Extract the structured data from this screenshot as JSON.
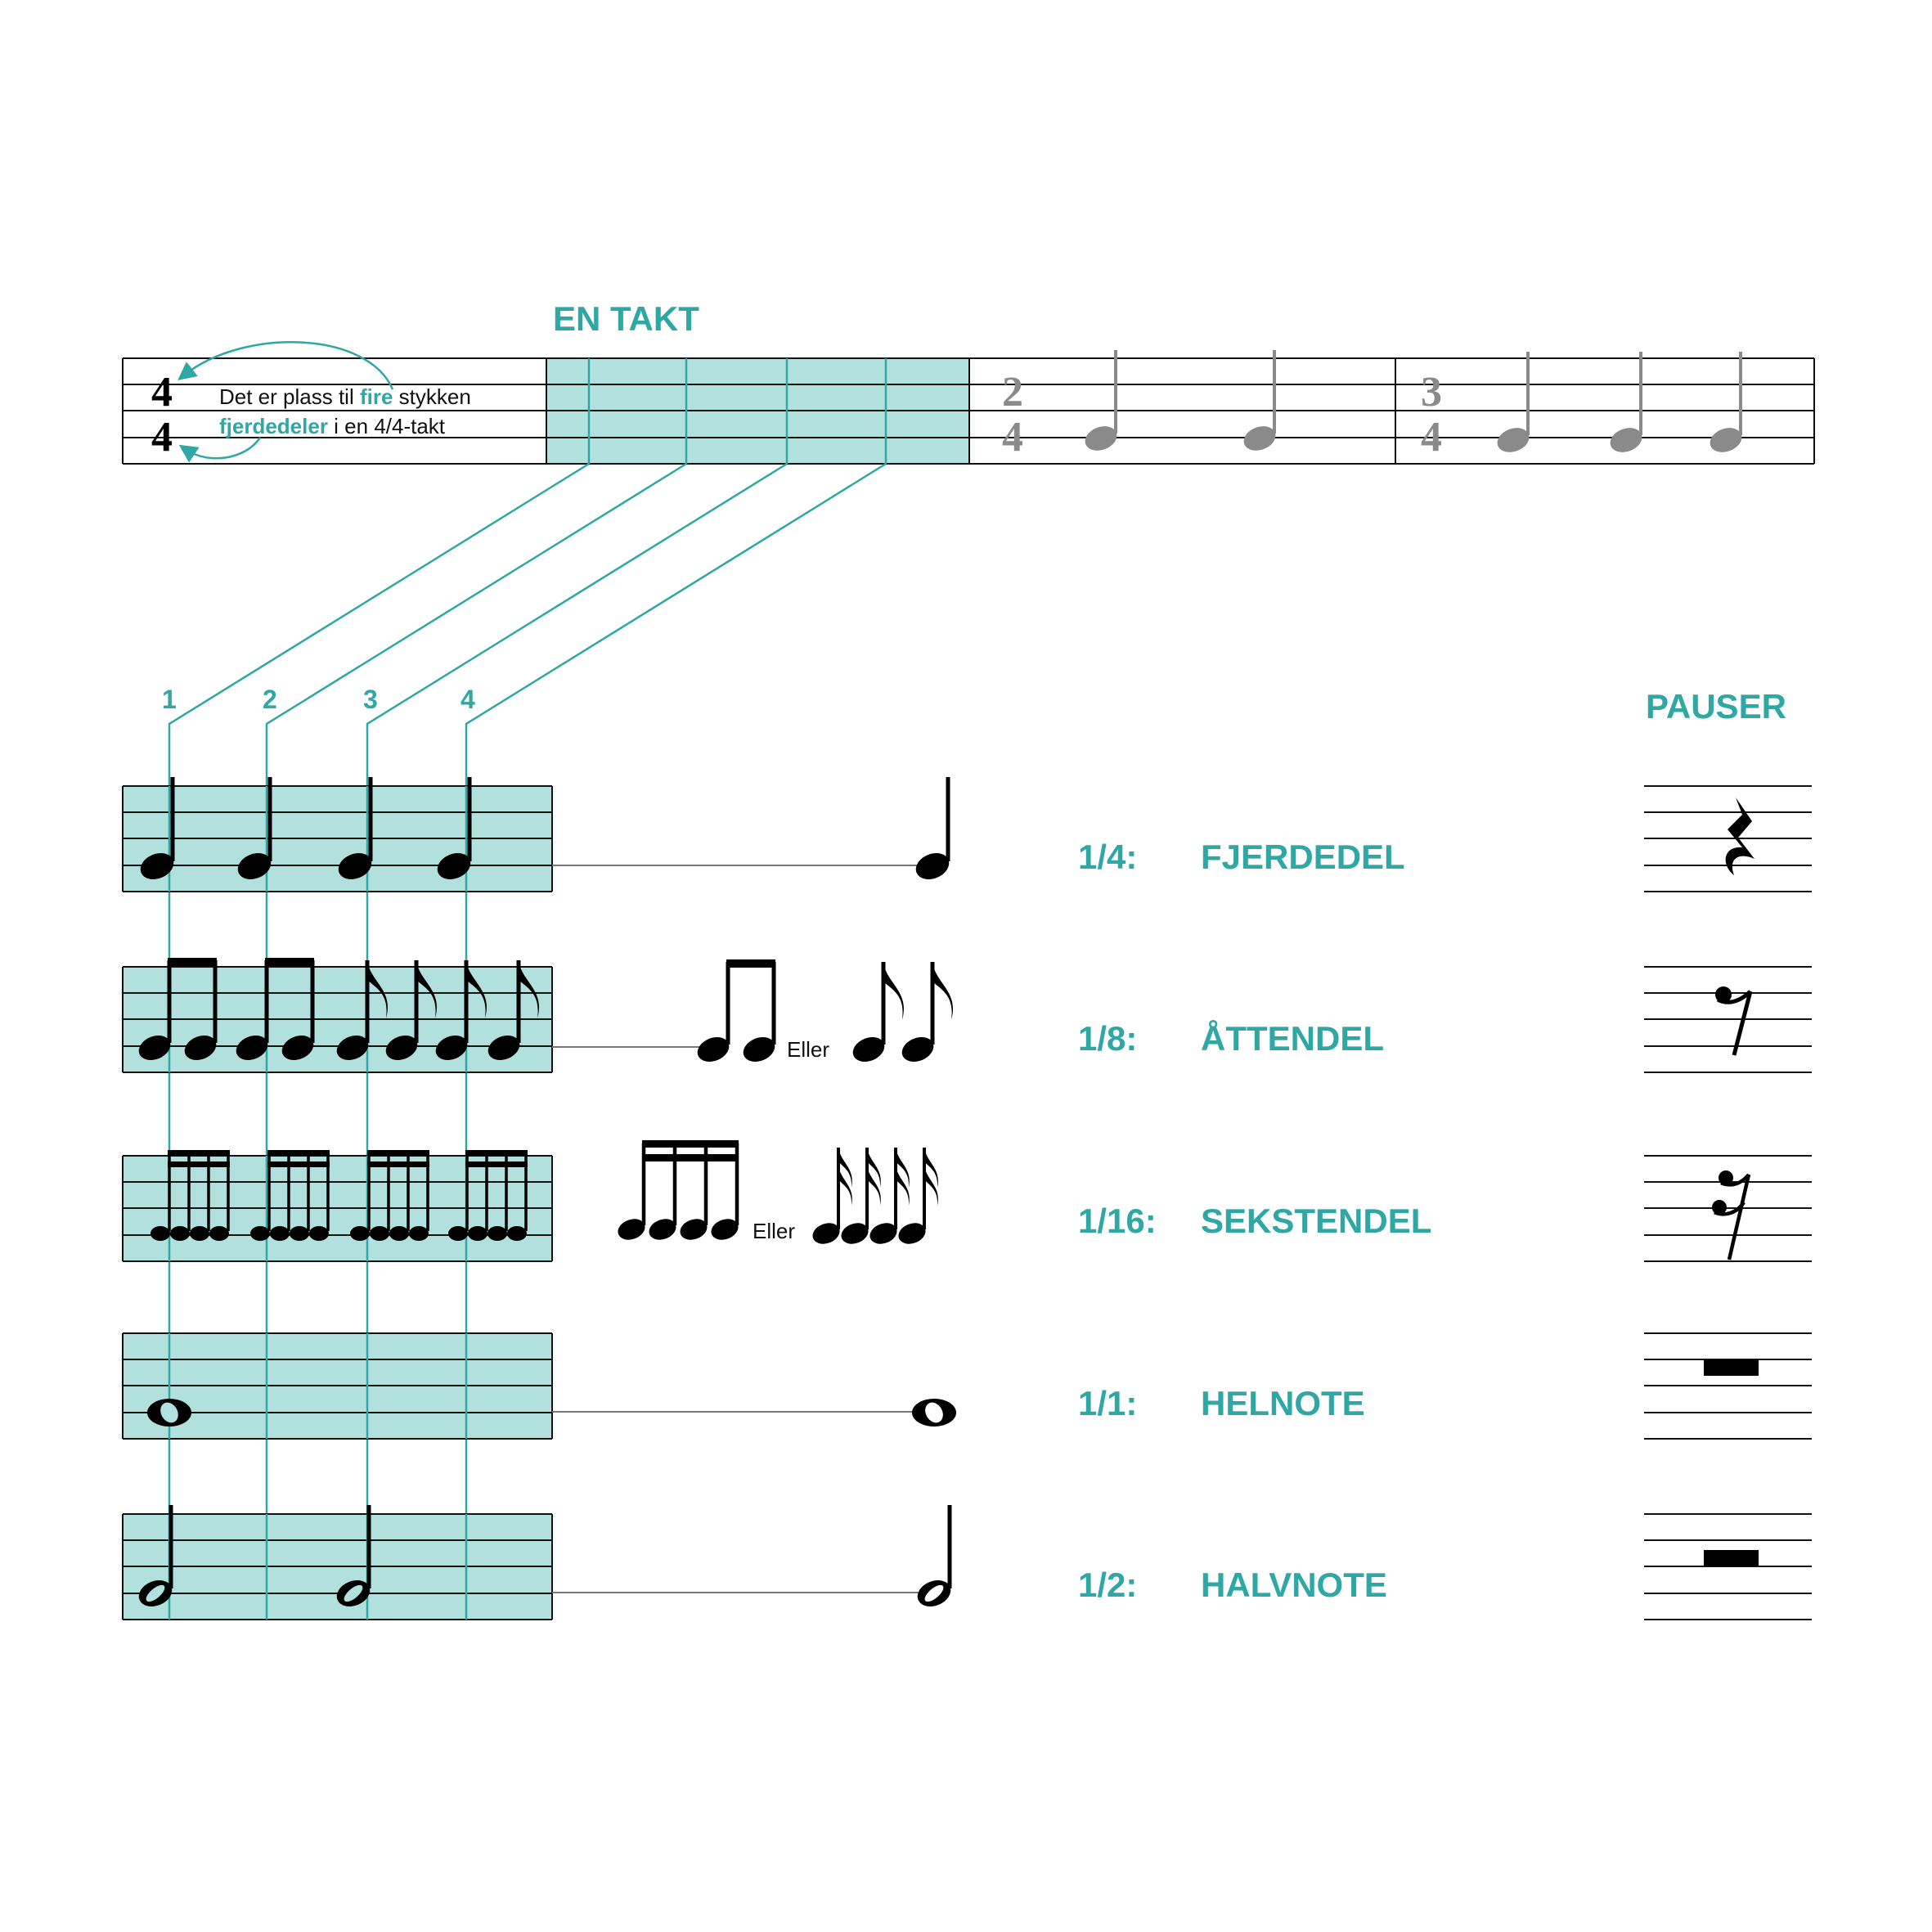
{
  "colors": {
    "teal": "#2ea7a5",
    "teal_fill": "#b2e0dd",
    "staff_line": "#111111",
    "note": "#000000",
    "grey_note": "#8a8a8a"
  },
  "header": {
    "measure_label": "EN TAKT",
    "rests_label": "PAUSER"
  },
  "explanation": {
    "part1": "Det er plass til ",
    "highlight1": "fire",
    "part2": " stykken",
    "highlight2": "fjerdedeler",
    "part3": " i en 4/4-takt"
  },
  "time_signatures": [
    {
      "top": "4",
      "bottom": "4"
    },
    {
      "top": "2",
      "bottom": "4"
    },
    {
      "top": "3",
      "bottom": "4"
    }
  ],
  "beat_numbers": [
    "1",
    "2",
    "3",
    "4"
  ],
  "or_label": "Eller",
  "rows": [
    {
      "fraction": "1/4:",
      "name": "FJERDEDEL",
      "rest": "quarter-rest-icon"
    },
    {
      "fraction": "1/8:",
      "name": "ÅTTENDEL",
      "rest": "eighth-rest-icon"
    },
    {
      "fraction": "1/16:",
      "name": "SEKSTENDEL",
      "rest": "sixteenth-rest-icon"
    },
    {
      "fraction": "1/1:",
      "name": "HELNOTE",
      "rest": "whole-rest-icon"
    },
    {
      "fraction": "1/2:",
      "name": "HALVNOTE",
      "rest": "half-rest-icon"
    }
  ]
}
